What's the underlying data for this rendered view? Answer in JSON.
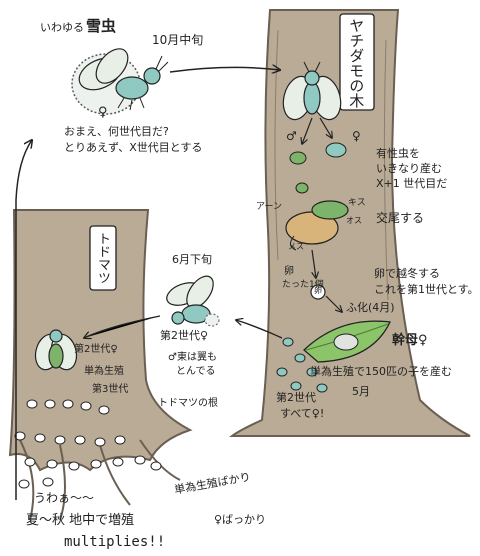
{
  "title": {
    "lead": "いわゆる",
    "name": "雪虫",
    "timing": "10月中旬"
  },
  "snow_bug_notes": {
    "symbol": "♀",
    "line1": "おまえ、何世代目だ?",
    "line2": "とりあえず、X世代目とする"
  },
  "yachidamo_tree": {
    "label": "ヤチダモの木"
  },
  "todomatsu_tree": {
    "label": "トドマツ"
  },
  "mating": {
    "male_symbol": "♂",
    "female_symbol": "♀",
    "note_line1": "有性虫を",
    "note_line2": "いきなり産む",
    "note_line3": "X+1 世代目だ",
    "a_n_text": "アーン",
    "kiss_text": "キス",
    "mating_label": "交尾する",
    "male_tag": "オス",
    "female_tag": "メス"
  },
  "egg": {
    "label_line1": "卵",
    "label_line2": "たった1個",
    "symbol": "卵",
    "overwinter_line1": "卵で越冬する",
    "overwinter_line2": "これを第1世代とす。",
    "hatch": "ふ化(4月)"
  },
  "stem_mother": {
    "label": "幹母♀",
    "parthenogenesis": "単為生殖で150匹の子を産む",
    "month": "5月",
    "gen2_line1": "第2世代",
    "gen2_line2": "すべて♀!"
  },
  "june_flyer": {
    "timing": "6月下旬",
    "gen_label": "第2世代♀",
    "desc_line1": "♂東は翼も",
    "desc_line2": "とんでる"
  },
  "todomatsu_roots": {
    "gen2": "第2世代♀",
    "parthenogenesis": "単為生殖",
    "gen3": "第3世代",
    "roots_label": "トドマツの根",
    "wow": "うわぁ～～",
    "summer": "夏～秋 地中で増殖",
    "multiplies": "multiplies!!",
    "only_parth_line1": "単為生殖ばかり",
    "only_parth_line2": "♀ばっかり"
  },
  "colors": {
    "bark": "#b9ab95",
    "bark_line": "#6a5f52",
    "bug_body": "#8fc9c2",
    "bug_green": "#7db36a",
    "leaf": "#8cc46a",
    "wing": "#e8efe6",
    "fluff": "#5c5c5c",
    "ink": "#222222"
  }
}
